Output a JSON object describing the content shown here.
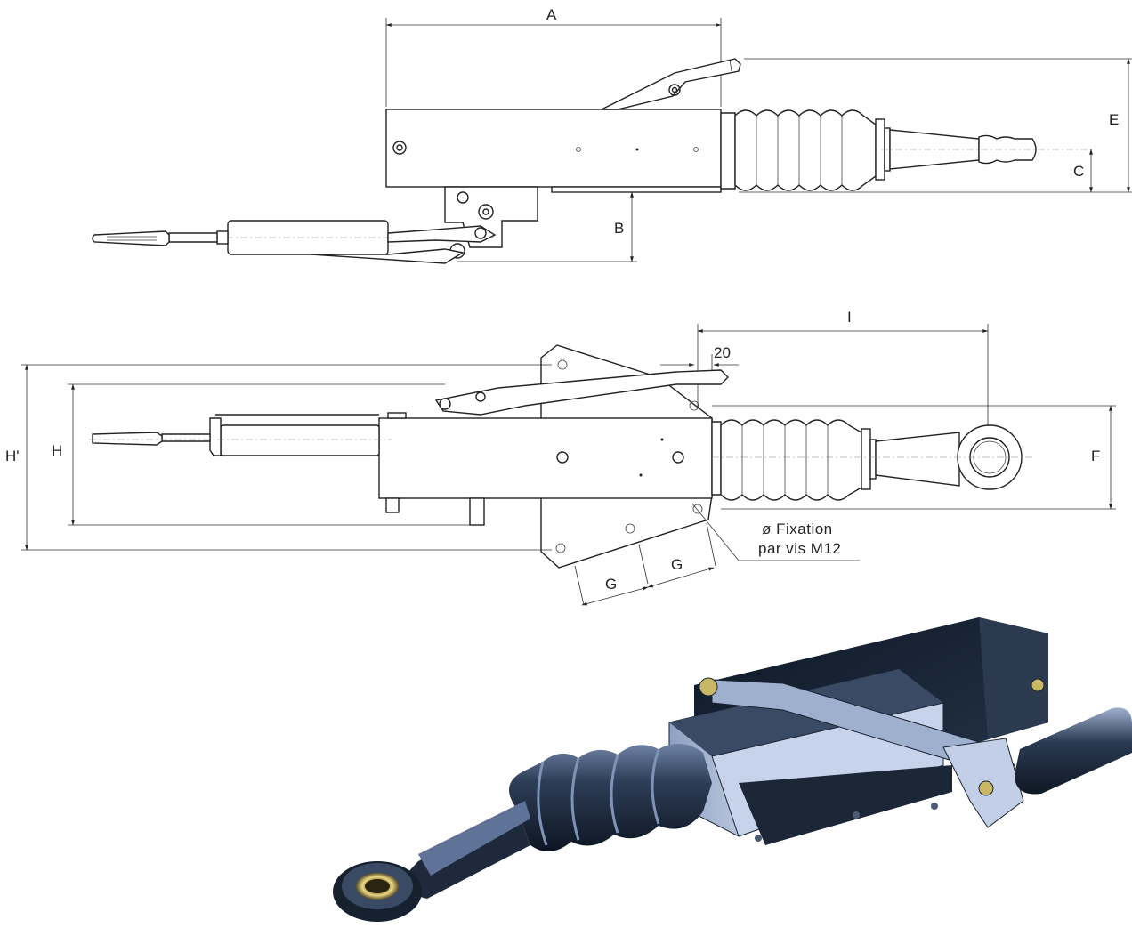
{
  "labels": {
    "A": "A",
    "B": "B",
    "C": "C",
    "E": "E",
    "I": "I",
    "twenty": "20",
    "H_prime": "H'",
    "H": "H",
    "F": "F",
    "G1": "G",
    "G2": "G"
  },
  "fixation_note": {
    "line1": "ø Fixation",
    "line2": "par vis M12"
  },
  "colors": {
    "line": "#222222",
    "render_dark": "#1c2a3a",
    "render_light": "#b8c6e0"
  },
  "icons": {
    "side_view": "coupling-side-view-drawing",
    "top_view": "coupling-top-view-drawing",
    "render": "coupling-3d-render"
  }
}
